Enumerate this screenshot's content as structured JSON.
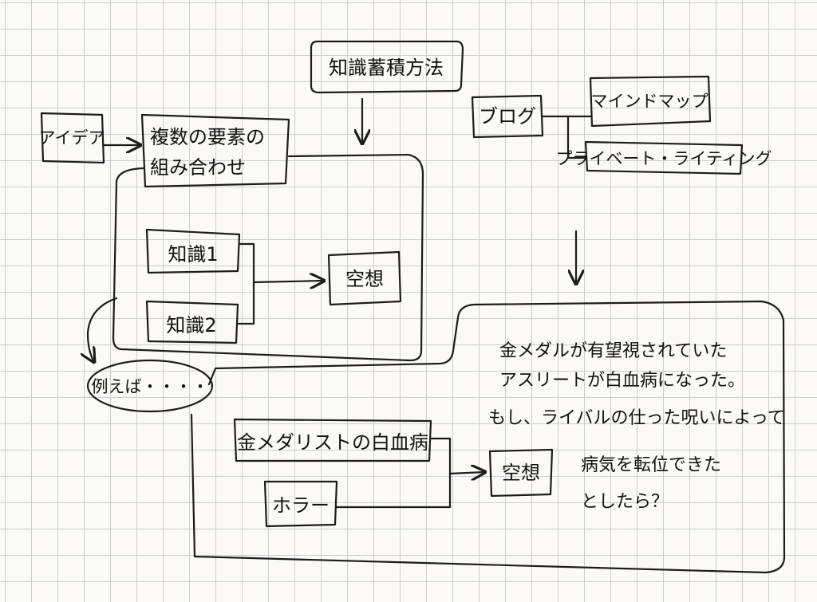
{
  "nodes": {
    "idea": "アイデア",
    "combination_line1": "複数の要素の",
    "combination_line2": "組み合わせ",
    "knowledge_method": "知識蓄積方法",
    "blog": "ブログ",
    "mindmap": "マインドマップ",
    "private_writing": "プライベート・ライティング",
    "knowledge1": "知識1",
    "knowledge2": "知識2",
    "fantasy1": "空想",
    "example": "例えば・・・・",
    "medalist": "金メダリストの白血病",
    "horror": "ホラー",
    "fantasy2": "空想",
    "story_line1": "金メダルが有望視されていた",
    "story_line2": "アスリートが白血病になった。",
    "story_line3": "もし、ライバルの仕った呪いによって",
    "story_line4": "病気を転位できた",
    "story_line5": "としたら？"
  },
  "colors": {
    "ink": "#1c1c1c",
    "paper": "#fbfaf6",
    "grid": "#c7cfd6"
  }
}
